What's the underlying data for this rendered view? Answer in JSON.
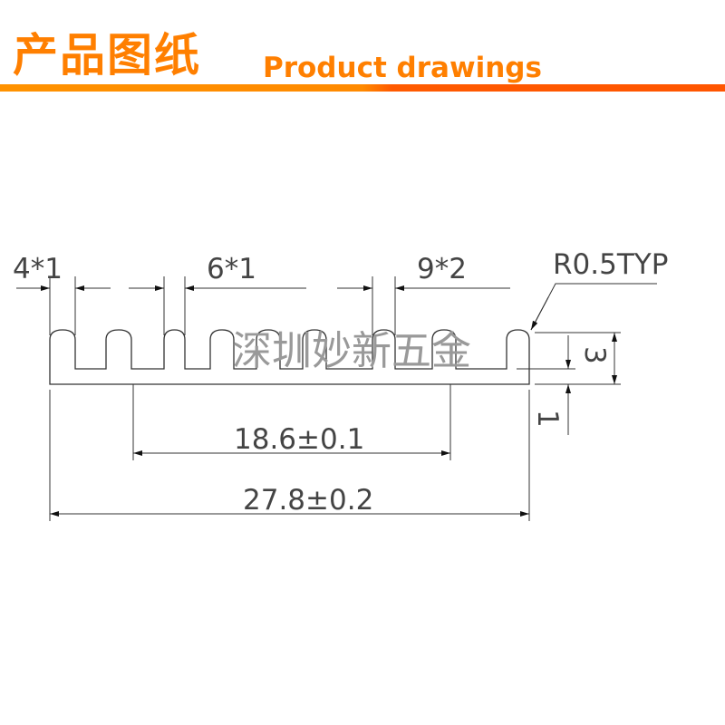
{
  "header": {
    "title_cn": "产品图纸",
    "title_en": "Product drawings",
    "accent_color": "#ff7f00"
  },
  "drawing": {
    "fin_count": 9,
    "dims": {
      "fin_gap_left": "4*1",
      "fin_gap_mid": "6*1",
      "fin_gap_right": "9*2",
      "radius": "R0.5TYP",
      "fin_height": "3",
      "base_thickness": "1",
      "inner_width": "18.6±0.1",
      "overall_width": "27.8±0.2"
    },
    "watermark": "深圳妙新五金"
  }
}
